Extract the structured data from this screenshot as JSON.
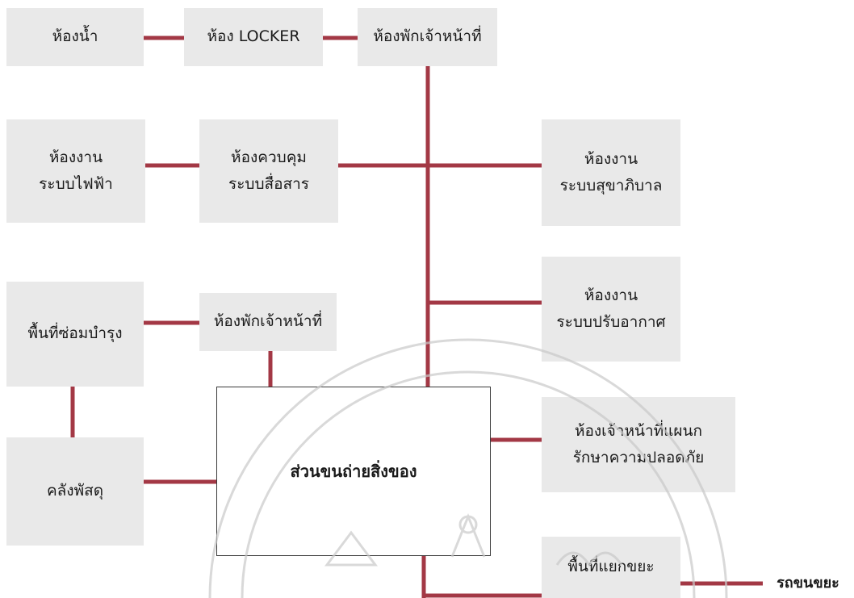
{
  "colors": {
    "connector": "#a33845",
    "box_fill": "#e9e9e9",
    "main_border": "#3a3a3a"
  },
  "rooms": {
    "restroom": "ห้องน้ำ",
    "locker_room": "ห้อง LOCKER",
    "staff_rest_top": "ห้องพักเจ้าหน้าที่",
    "electrical_room": "ห้องงาน\nระบบไฟฟ้า",
    "comm_control": "ห้องควบคุม\nระบบสื่อสาร",
    "sanitary_room": "ห้องงาน\nระบบสุขาภิบาล",
    "maintenance_area": "พื้นที่ซ่อมบำรุง",
    "staff_rest_middle": "ห้องพักเจ้าหน้าที่",
    "hvac_room": "ห้องงาน\nระบบปรับอากาศ",
    "loading_area": "ส่วนขนถ่ายสิ่งของ",
    "security_office": "ห้องเจ้าหน้าที่แผนก\nรักษาความปลอดภัย",
    "storage": "คลังพัสดุ",
    "waste_sorting": "พื้นที่แยกขยะ",
    "garbage_truck": "รถขนขยะ"
  }
}
